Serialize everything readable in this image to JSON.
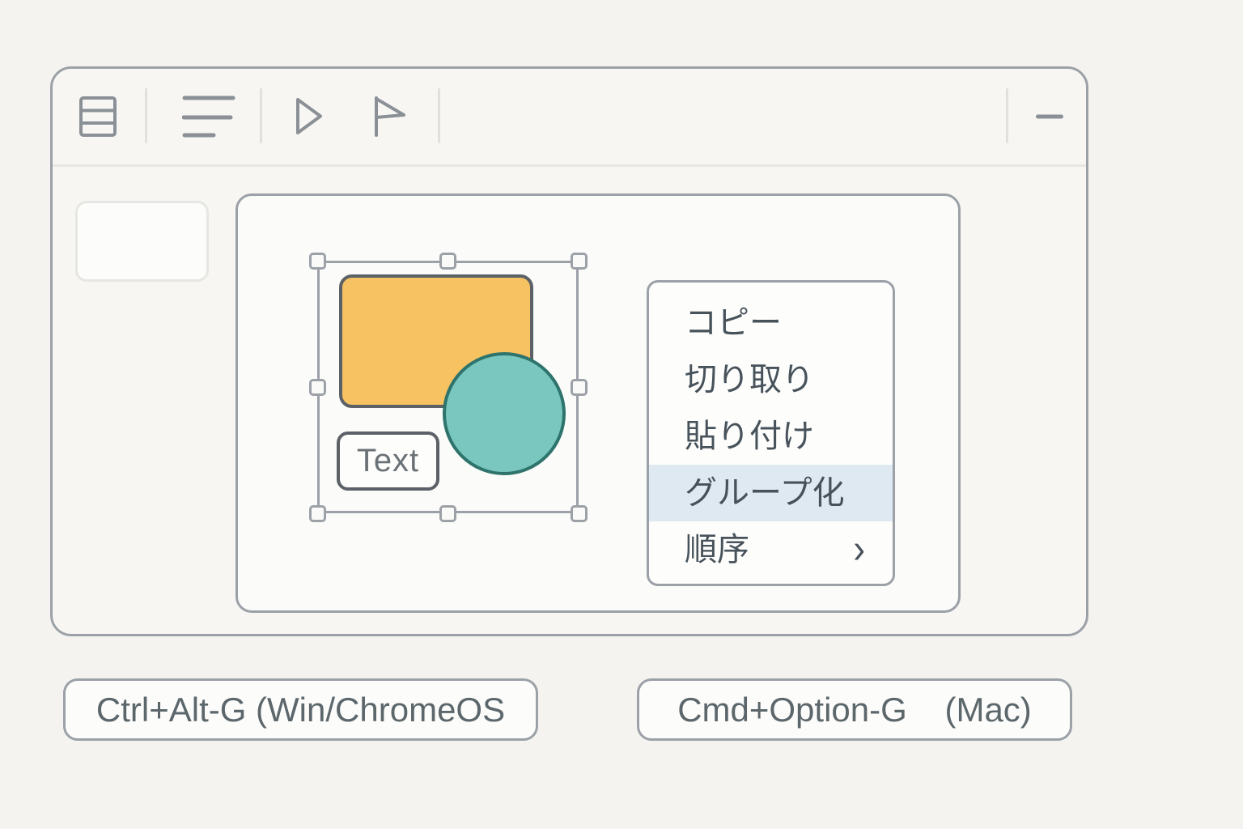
{
  "toolbar": {
    "icons": [
      {
        "name": "table-icon"
      },
      {
        "name": "align-lines-icon"
      },
      {
        "name": "play-icon"
      },
      {
        "name": "flag-icon"
      }
    ],
    "minimize": {
      "name": "minimize-icon"
    }
  },
  "canvas": {
    "text_shape_label": "Text"
  },
  "context_menu": {
    "items": [
      {
        "label": "コピー",
        "highlighted": false
      },
      {
        "label": "切り取り",
        "highlighted": false
      },
      {
        "label": "貼り付け",
        "highlighted": false
      },
      {
        "label": "グループ化",
        "highlighted": true
      },
      {
        "label": "順序",
        "highlighted": false,
        "has_submenu": true
      }
    ],
    "submenu_arrow": "›"
  },
  "shortcuts": [
    {
      "label": "Ctrl+Alt-G (Win/ChromeOS"
    },
    {
      "label": "Cmd+Option-G    (Mac)"
    }
  ],
  "colors": {
    "shape-orange": "#f7c262",
    "shape-orange-border": "#5b6166",
    "shape-teal": "#79c7bf",
    "shape-teal-border": "#2e746c",
    "menu-highlight": "#dfe9f2",
    "chrome-border": "#9ba1a7",
    "ink": "#47525a"
  }
}
